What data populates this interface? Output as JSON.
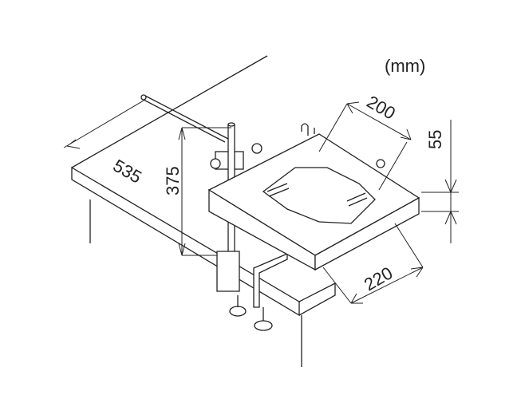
{
  "diagram": {
    "unit_label": "(mm)",
    "dimensions": {
      "desk_depth": "535",
      "height": "375",
      "tray_width": "200",
      "tray_depth": "220",
      "tray_height": "55"
    },
    "line_color": "#222222",
    "background": "#ffffff"
  }
}
